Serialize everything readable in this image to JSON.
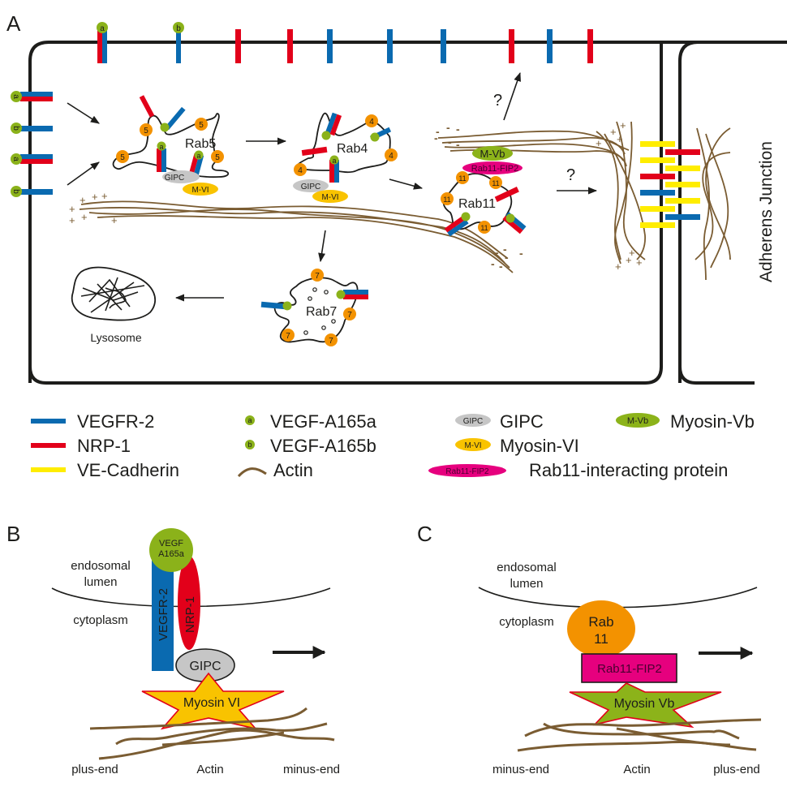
{
  "panels": {
    "A": {
      "label": "A",
      "compartments": {
        "rab5": {
          "label": "Rab5",
          "marker": "5"
        },
        "rab4": {
          "label": "Rab4",
          "marker": "4"
        },
        "rab11": {
          "label": "Rab11",
          "marker": "11"
        },
        "rab7": {
          "label": "Rab7",
          "marker": "7"
        },
        "lysosome": {
          "label": "Lysosome"
        }
      },
      "ligands": {
        "a": "a",
        "b": "b"
      },
      "small_labels": {
        "gipc": "GIPC",
        "mvi": "M-VI",
        "mvb": "M-Vb",
        "fip2": "Rab11-FIP2"
      },
      "question_mark": "?",
      "plus": "+",
      "minus": "-",
      "junction_label": "Adherens Junction"
    },
    "B": {
      "label": "B",
      "ligand": "VEGF\nA165a",
      "ligand_line1": "VEGF",
      "ligand_line2": "A165a",
      "receptor1": "VEGFR-2",
      "receptor2": "NRP-1",
      "adaptor": "GIPC",
      "motor": "Myosin VI",
      "lumen_line1": "endosomal",
      "lumen_line2": "lumen",
      "cytoplasm": "cytoplasm",
      "left_end": "plus-end",
      "center": "Actin",
      "right_end": "minus-end"
    },
    "C": {
      "label": "C",
      "rab_line1": "Rab",
      "rab_line2": "11",
      "adaptor": "Rab11-FIP2",
      "motor": "Myosin Vb",
      "lumen_line1": "endosomal",
      "lumen_line2": "lumen",
      "cytoplasm": "cytoplasm",
      "left_end": "minus-end",
      "center": "Actin",
      "right_end": "plus-end"
    }
  },
  "legend": [
    {
      "symbol": "VEGFR-2 bar",
      "label": "VEGFR-2"
    },
    {
      "symbol": "NRP-1 bar",
      "label": "NRP-1"
    },
    {
      "symbol": "VE-Cadherin bar",
      "label": "VE-Cadherin"
    },
    {
      "symbol": "a",
      "label": "VEGF-A165a"
    },
    {
      "symbol": "b",
      "label": "VEGF-A165b"
    },
    {
      "symbol": "actin",
      "label": "Actin"
    },
    {
      "symbol": "GIPC",
      "label": "GIPC"
    },
    {
      "symbol": "M-VI",
      "label": "Myosin-VI"
    },
    {
      "symbol": "Rab11-FIP2",
      "label": "Rab11-interacting protein"
    },
    {
      "symbol": "M-Vb",
      "label": "Myosin-Vb"
    }
  ],
  "colors": {
    "vegfr2": "#0a6ab0",
    "nrp1": "#e2001a",
    "vecadherin": "#ffed00",
    "ligand": "#8bb21a",
    "rab": "#f39200",
    "gipc": "#c6c6c6",
    "myosin6": "#f9c300",
    "myosin5b": "#8cb31a",
    "fip2": "#e6007e",
    "actin": "#7a5c32",
    "membrane": "#1d1d1b"
  }
}
